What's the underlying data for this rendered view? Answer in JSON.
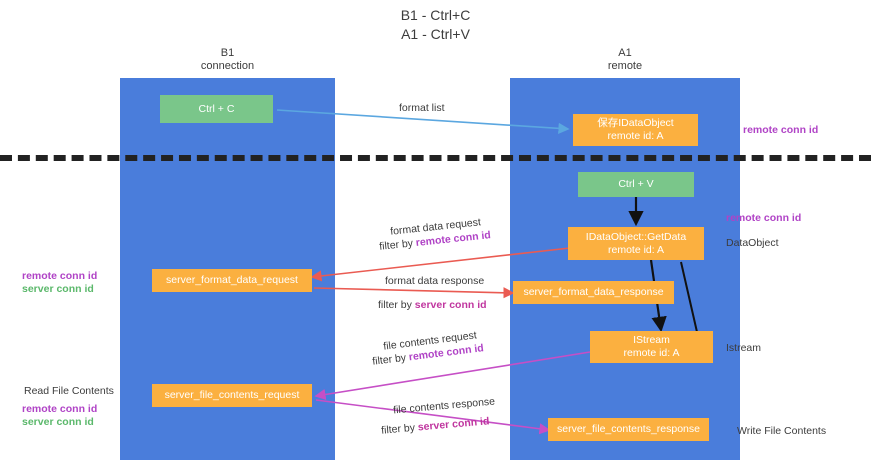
{
  "title": {
    "line1": "B1 - Ctrl+C",
    "line2": "A1 - Ctrl+V"
  },
  "lanes": [
    {
      "id": "b1",
      "name": "B1",
      "role": "connection",
      "color": "#4a7ddb"
    },
    {
      "id": "a1",
      "name": "A1",
      "role": "remote",
      "color": "#4a7ddb"
    }
  ],
  "colors": {
    "lane": "#4a7ddb",
    "green_box": "#7ac68a",
    "orange_box": "#fbb040",
    "remote_conn_id": "#b043c6",
    "server_conn_id_left": "#5bb86b",
    "server_conn_id_filter": "#c0369f",
    "separator": "#222222",
    "arrow_format_list": "#5ba7e0",
    "arrow_format_data": "#ea5b52",
    "arrow_file_contents": "#c64fc6",
    "arrow_black": "#111111"
  },
  "boxes": [
    {
      "id": "ctrl-c",
      "lane": "b1",
      "style": "green",
      "line1": "Ctrl + C",
      "line2": ""
    },
    {
      "id": "idataobject-save",
      "lane": "a1",
      "style": "orange",
      "line1": "保存IDataObject",
      "line2": "remote id: A"
    },
    {
      "id": "ctrl-v",
      "lane": "a1",
      "style": "green",
      "line1": "Ctrl + V",
      "line2": ""
    },
    {
      "id": "getdata",
      "lane": "a1",
      "style": "orange",
      "line1": "IDataObject::GetData",
      "line2": "remote id: A"
    },
    {
      "id": "server-format-data-request",
      "lane": "b1",
      "style": "orange",
      "line1": "server_format_data_request",
      "line2": ""
    },
    {
      "id": "server-format-data-response",
      "lane": "a1",
      "style": "orange",
      "line1": "server_format_data_response",
      "line2": ""
    },
    {
      "id": "istream",
      "lane": "a1",
      "style": "orange",
      "line1": "IStream",
      "line2": "remote id: A"
    },
    {
      "id": "server-file-contents-request",
      "lane": "b1",
      "style": "orange",
      "line1": "server_file_contents_request",
      "line2": ""
    },
    {
      "id": "server-file-contents-response",
      "lane": "a1",
      "style": "orange",
      "line1": "server_file_contents_response",
      "line2": ""
    }
  ],
  "arrow_labels": {
    "format_list": "format list",
    "format_data_request": "format data request",
    "format_data_request_filter_prefix": "filter by ",
    "format_data_request_filter_key": "remote conn id",
    "format_data_response": "format data response",
    "format_data_response_filter_prefix": "filter by ",
    "format_data_response_filter_key": "server conn id",
    "file_contents_request": "file contents request",
    "file_contents_request_filter_prefix": "filter by ",
    "file_contents_request_filter_key": "remote conn id",
    "file_contents_response": "file contents response",
    "file_contents_response_filter_prefix": "filter by ",
    "file_contents_response_filter_key": "server conn id"
  },
  "right_labels": {
    "remote_conn_id_top": "remote conn id",
    "remote_conn_id_mid": "remote conn id",
    "data_object": "DataObject",
    "istream": "Istream",
    "write_file_contents": "Write File Contents"
  },
  "left_labels": {
    "remote_conn_id_mid": "remote conn id",
    "server_conn_id_mid": "server conn id",
    "read_file_contents": "Read File Contents",
    "remote_conn_id_bottom": "remote conn id",
    "server_conn_id_bottom": "server conn id"
  }
}
